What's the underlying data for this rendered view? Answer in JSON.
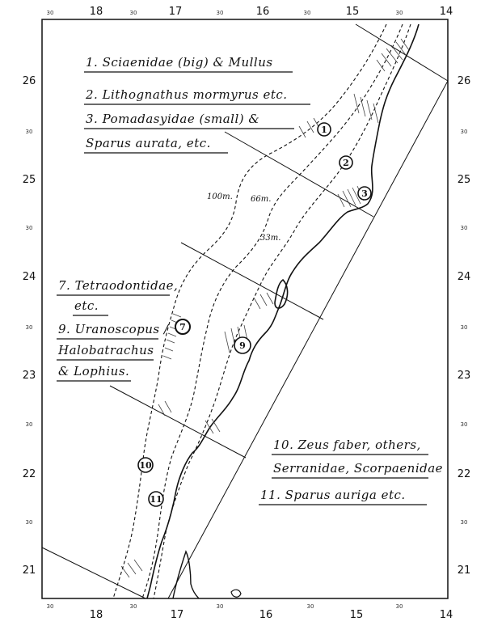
{
  "top_longitudes": [
    "18",
    "17",
    "16",
    "15",
    "14"
  ],
  "bottom_longitudes": [
    "18",
    "17",
    "16",
    "15",
    "14"
  ],
  "left_latitudes": [
    "26",
    "25",
    "24",
    "23",
    "22",
    "21"
  ],
  "right_latitudes": [
    "26",
    "25",
    "24",
    "23",
    "22",
    "21"
  ],
  "minor_tick_label": "30",
  "depth_labels": {
    "d100": "100m.",
    "d66": "66m.",
    "d33": "33m."
  },
  "legend_top": [
    "1. Sciaenidae (big) & Mullus",
    "2. Lithognathus mormyrus etc.",
    "3. Pomadasyidae (small) &",
    "Sparus aurata, etc."
  ],
  "legend_left": [
    "7. Tetraodontidae,",
    "etc.",
    "9. Uranoscopus /",
    "Halobatrachus",
    "& Lophius."
  ],
  "legend_right": [
    "10. Zeus faber, others,",
    "Serranidae, Scorpaenidae",
    "11. Sparus auriga etc."
  ],
  "circled_numbers": [
    "1",
    "2",
    "3",
    "7",
    "9",
    "10",
    "11"
  ]
}
